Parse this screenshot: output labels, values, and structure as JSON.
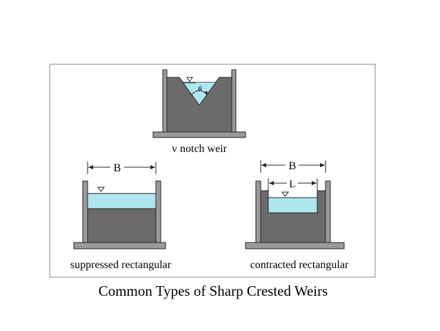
{
  "weirs": {
    "v_notch": {
      "caption": "v notch weir",
      "angle_symbol": "θ"
    },
    "suppressed": {
      "caption": "suppressed rectangular",
      "width_symbol": "B"
    },
    "contracted": {
      "caption": "contracted rectangular",
      "width_symbol": "B",
      "crest_symbol": "L"
    }
  },
  "figure_caption": "Common Types of Sharp Crested Weirs",
  "colors": {
    "concrete": "#6b6b6b",
    "wall": "#9a9a9a",
    "water": "#aee6ef",
    "outline": "#222222",
    "frame": "#8a8a8a"
  }
}
